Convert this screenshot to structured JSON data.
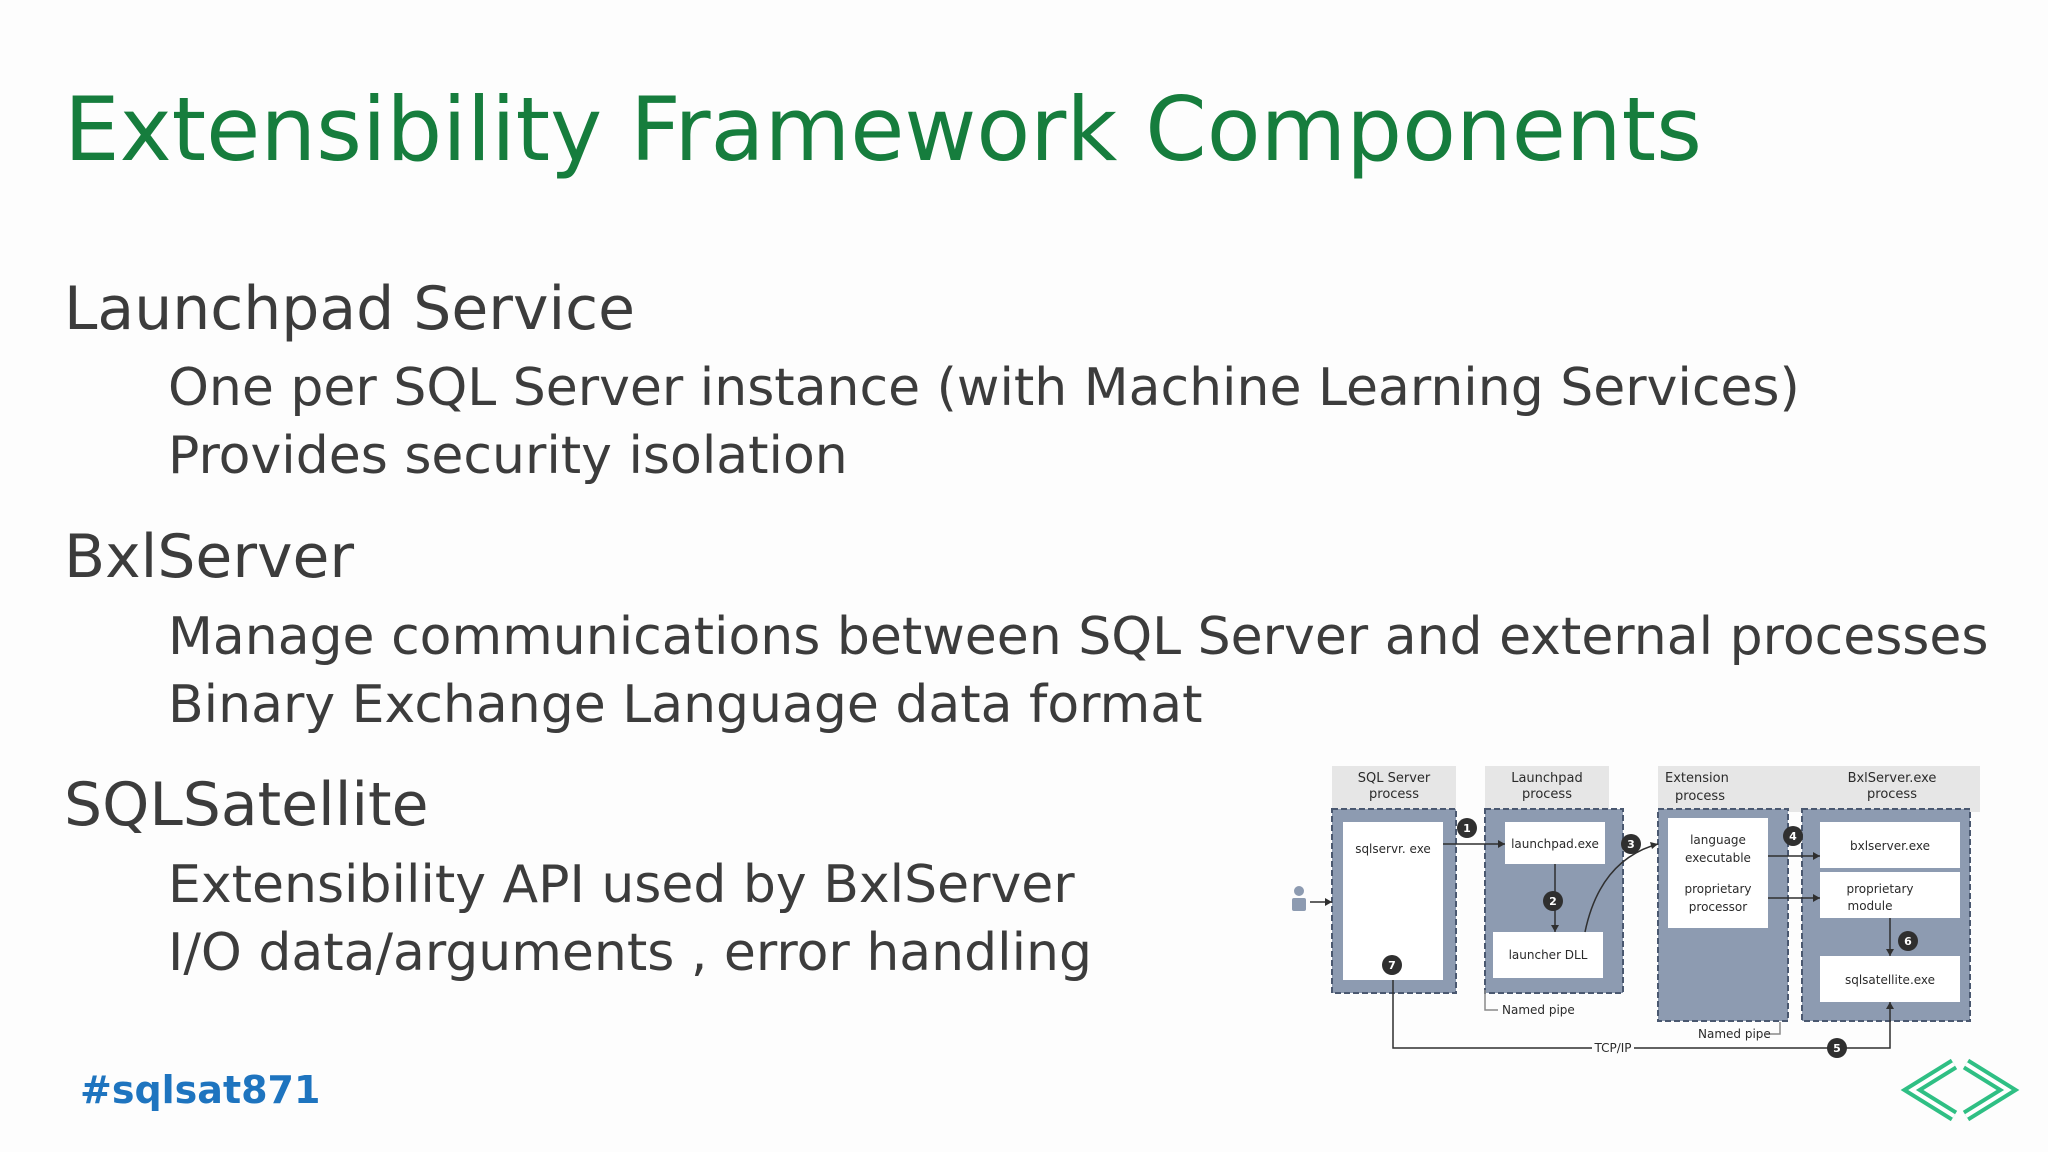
{
  "slide": {
    "title": "Extensibility Framework Components",
    "sections": [
      {
        "heading": "Launchpad Service",
        "bullets": [
          "One per SQL Server instance (with Machine Learning Services)",
          "Provides security isolation"
        ]
      },
      {
        "heading": "BxlServer",
        "bullets": [
          "Manage communications between SQL Server and external processes",
          "Binary Exchange Language data format"
        ]
      },
      {
        "heading": "SQLSatellite",
        "bullets": [
          "Extensibility API used by BxlServer",
          "I/O data/arguments , error handling"
        ]
      }
    ],
    "hashtag": "#sqlsat871"
  },
  "diagram": {
    "columns": {
      "sqlserver_header": [
        "SQL Server",
        "process"
      ],
      "launchpad_header": [
        "Launchpad",
        "process"
      ],
      "extension_header": [
        "Extension",
        "process"
      ],
      "bxlserver_header": [
        "BxlServer.exe",
        "process"
      ]
    },
    "boxes": {
      "sqlservr": "sqlservr.  exe",
      "launchpad_exe": "launchpad.exe",
      "launcher_dll": "launcher DLL",
      "language_exec": [
        "language",
        "executable"
      ],
      "proprietary_processor": [
        "proprietary",
        "processor"
      ],
      "bxlserver_exe": "bxlserver.exe",
      "proprietary_module": [
        "proprietary",
        "module"
      ],
      "sqlsatellite_exe": "sqlsatellite.exe"
    },
    "labels": {
      "named_pipe_1": "Named pipe",
      "named_pipe_2": "Named pipe",
      "tcpip": "TCP/IP"
    },
    "steps": [
      "1",
      "2",
      "3",
      "4",
      "5",
      "6",
      "7"
    ],
    "colors": {
      "panel_fill": "#8d9bb1",
      "header_fill": "#e6e6e6",
      "badge_fill": "#2f2f2f"
    },
    "icons": [
      "user-icon"
    ]
  },
  "colors": {
    "title": "#167d3d",
    "body_text": "#3c3c3c",
    "hashtag": "#1e74bf",
    "logo": "#2fbf84"
  }
}
